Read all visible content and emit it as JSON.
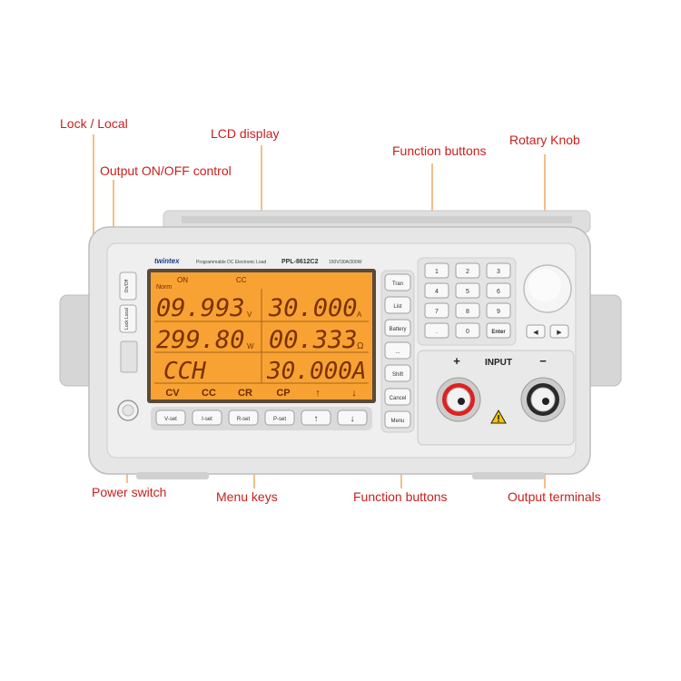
{
  "callouts": {
    "lock_local": "Lock / Local",
    "lcd_display": "LCD display",
    "output_onoff": "Output ON/OFF control",
    "function_buttons_top": "Function buttons",
    "rotary_knob": "Rotary Knob",
    "power_switch": "Power switch",
    "menu_keys": "Menu keys",
    "function_buttons_bottom": "Function buttons",
    "output_terminals": "Output terminals"
  },
  "device": {
    "brand": "twintex",
    "product_desc": "Programmable DC Electronic Load",
    "model": "PPL-8612C2",
    "rating": "150V/30A/300W",
    "left_buttons": {
      "on_off": "On/Off",
      "lock_local": "Lock Local"
    },
    "lcd": {
      "flag_on": "ON",
      "flag_cc": "CC",
      "flag_norm": "Norm",
      "row1_left": "09.993",
      "row1_left_unit": "V",
      "row1_right": "30.000",
      "row1_right_unit": "A",
      "row2_left": "299.80",
      "row2_left_unit": "W",
      "row2_right": "00.333",
      "row2_right_unit": "Ω",
      "row3_left": "CCH",
      "row3_right": "30.000A",
      "menu": [
        "CV",
        "CC",
        "CR",
        "CP",
        "↑",
        "↓"
      ]
    },
    "menu_keys": [
      "V-set",
      "I-set",
      "R-set",
      "P-set",
      "↑",
      "↓"
    ],
    "function_keys": [
      "Tran",
      "List",
      "Battery",
      "...",
      "Shift",
      "Cancel",
      "Menu"
    ],
    "keypad": [
      "1",
      "2",
      "3",
      "4",
      "5",
      "6",
      "7",
      "8",
      "9",
      ".",
      "0",
      "Enter"
    ],
    "arrow_keys": [
      "◀",
      "▶"
    ],
    "input_label": "INPUT",
    "terminal_plus": "+",
    "terminal_minus": "−"
  },
  "colors": {
    "callout_text": "#c8201c",
    "lcd_background": "#f7a233",
    "device_body": "#e6e6e6"
  }
}
